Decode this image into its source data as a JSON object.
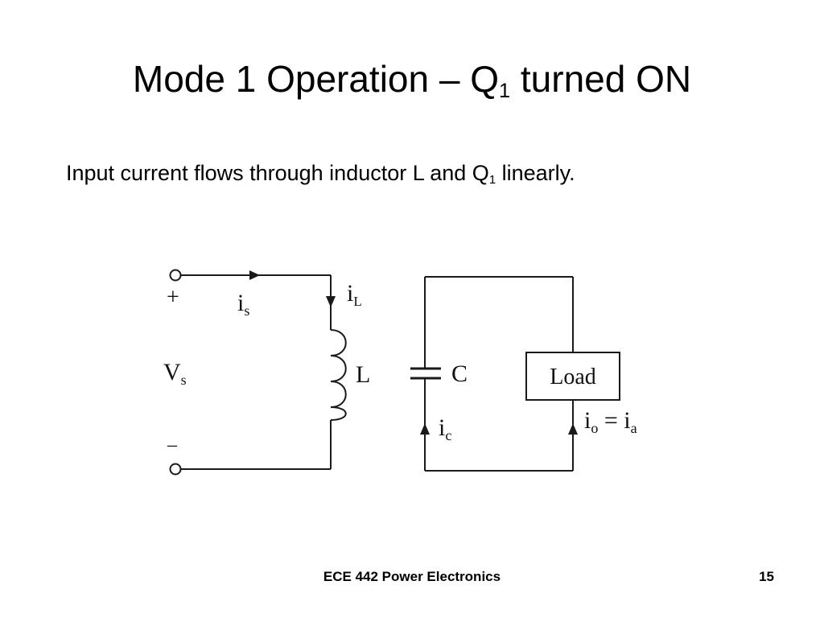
{
  "slide": {
    "title_main": "Mode 1 Operation – Q",
    "title_sub": "1",
    "title_tail": " turned ON",
    "body_main": "Input current flows through inductor L and Q",
    "body_sub": "1",
    "body_tail": " linearly."
  },
  "circuit": {
    "plus": "+",
    "minus": "–",
    "vs": "V",
    "vs_sub": "s",
    "is": "i",
    "is_sub": "s",
    "il": "i",
    "il_sub": "L",
    "inductor": "L",
    "capacitor": "C",
    "load": "Load",
    "ic": "i",
    "ic_sub": "c",
    "io": "i",
    "io_sub": "o",
    "io_eq": " = ",
    "ia": "i",
    "ia_sub": "a"
  },
  "footer": {
    "course": "ECE 442 Power Electronics",
    "page": "15"
  }
}
